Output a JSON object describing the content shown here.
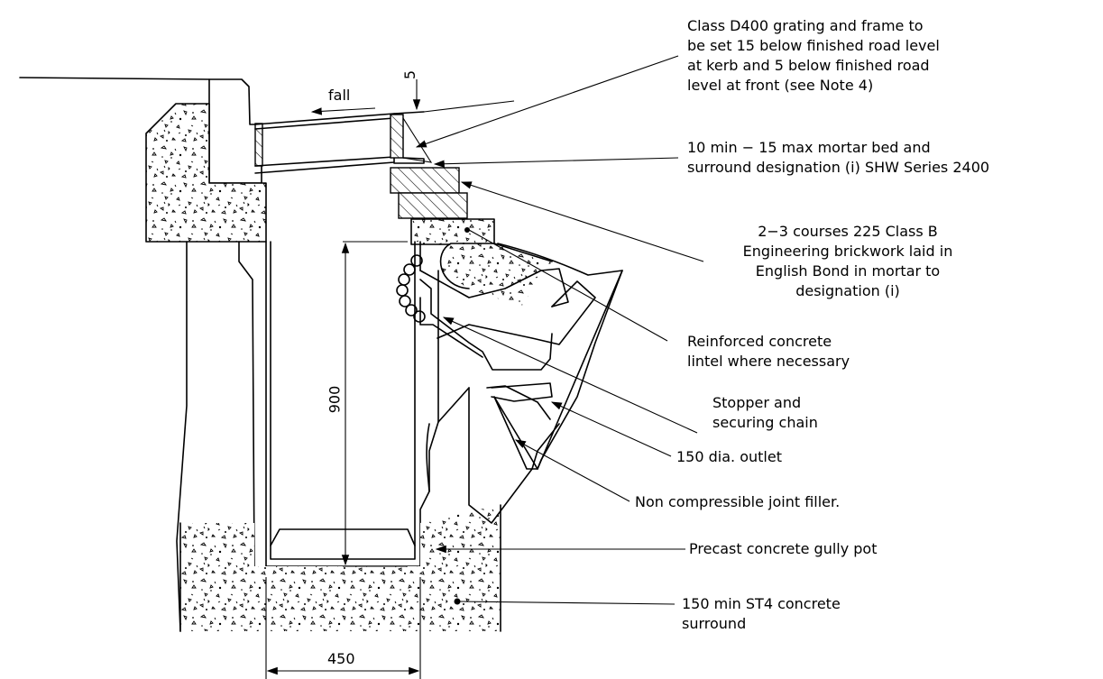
{
  "drawing": {
    "labels": {
      "grating": "Class D400 grating and frame to\nbe set 15 below finished road level\nat kerb and 5 below finished road\nlevel at front (see Note 4)",
      "mortar_bed": "10 min − 15 max mortar bed and\nsurround designation (i) SHW Series 2400",
      "brickwork": "2−3 courses 225 Class B\nEngineering brickwork laid in\nEnglish Bond in mortar to\ndesignation (i)",
      "lintel": "Reinforced concrete\nlintel where necessary",
      "stopper": "Stopper and\nsecuring chain",
      "outlet": "150 dia. outlet",
      "joint_filler": "Non compressible joint filler.",
      "gully_pot": "Precast concrete gully pot",
      "surround": "150 min ST4 concrete\nsurround",
      "fall": "fall"
    },
    "dimensions": {
      "depth": "900",
      "width": "450",
      "grating_drop": "5"
    }
  }
}
